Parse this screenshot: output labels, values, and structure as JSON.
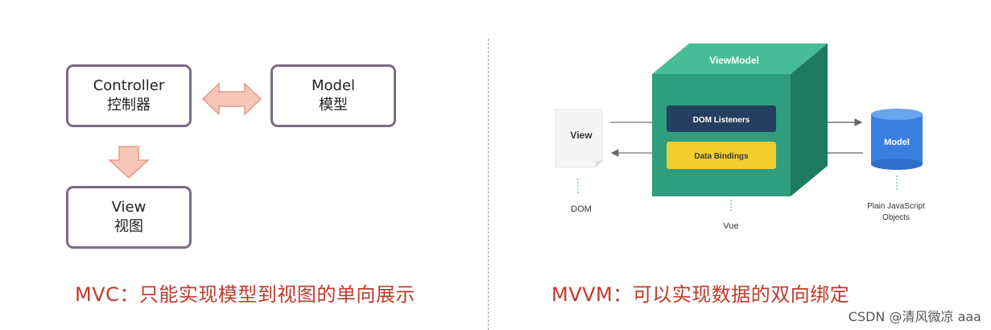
{
  "mvc": {
    "controller": {
      "line1": "Controller",
      "line2": "控制器"
    },
    "model": {
      "line1": "Model",
      "line2": "模型"
    },
    "view": {
      "line1": "View",
      "line2": "视图"
    },
    "caption": "MVC：只能实现模型到视图的单向展示"
  },
  "mvvm": {
    "viewmodel_label": "ViewModel",
    "dom_listeners": "DOM Listeners",
    "data_bindings": "Data Bindings",
    "view_label": "View",
    "model_label": "Model",
    "dom_label": "DOM",
    "vue_label": "Vue",
    "plain_js_line1": "Plain JavaScript",
    "plain_js_line2": "Objects",
    "caption": "MVVM：可以实现数据的双向绑定"
  },
  "watermark": "CSDN @清风微凉 aaa",
  "colors": {
    "box_border": "#7a6a86",
    "arrow_fill": "#f7c6b8",
    "arrow_stroke": "#e39a85",
    "cube_front": "#2e9e7e",
    "cube_top": "#46bd97",
    "cube_side": "#1f7a5f",
    "dom_listeners_bg": "#24405e",
    "data_bindings_bg": "#f3cc2f",
    "model_cylinder": "#3a7fe0",
    "caption_red": "#c0392b"
  }
}
